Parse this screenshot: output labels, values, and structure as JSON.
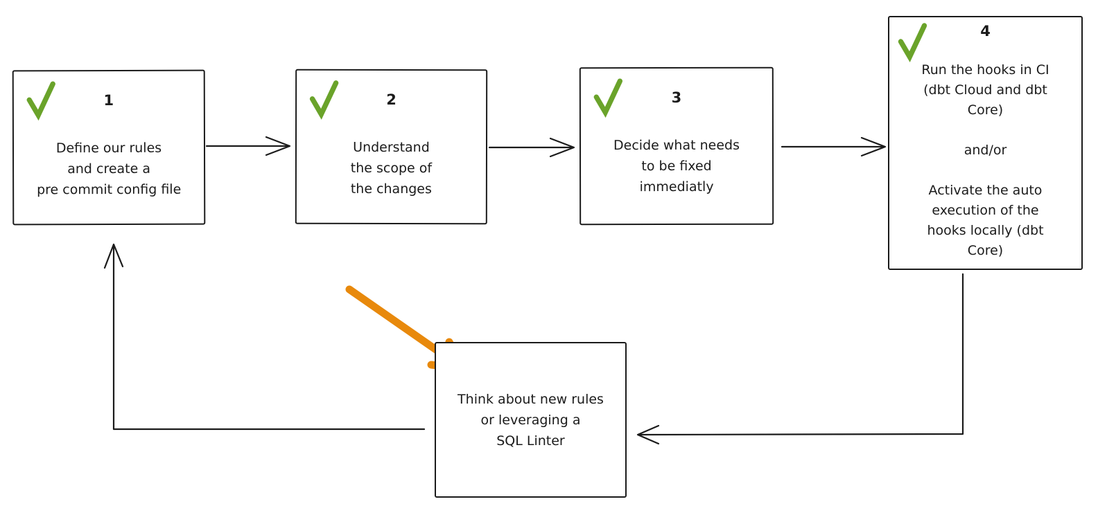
{
  "diagram": {
    "title": "pre-commit hooks workflow",
    "background": "#ffffff",
    "colors": {
      "stroke": "#1b1b1b",
      "check_green": "#6aa32a",
      "arrow_orange": "#e8890c",
      "box_fill": "#ffffff"
    },
    "icons": {
      "check": "checkmark-icon",
      "annotation": "orange-arrow-icon",
      "connector_head": "open-arrowhead"
    },
    "steps": [
      {
        "number": "1",
        "checked": true,
        "text": "Define our rules\nand create a\npre commit config file"
      },
      {
        "number": "2",
        "checked": true,
        "text": "Understand\nthe scope of\nthe changes"
      },
      {
        "number": "3",
        "checked": true,
        "text": "Decide what needs\nto be fixed\nimmediatly"
      },
      {
        "number": "4",
        "checked": true,
        "text": "Run the hooks in CI\n(dbt Cloud and dbt\nCore)\n\nand/or\n\nActivate the auto\nexecution of the\nhooks locally (dbt\nCore)"
      },
      {
        "number": "",
        "checked": false,
        "text": "Think about new rules\nor leveraging a\nSQL Linter"
      }
    ],
    "connections": [
      "step1 -> step2",
      "step2 -> step3",
      "step3 -> step4",
      "step4 -> feedback-box",
      "feedback-box -> step1",
      "orange annotation arrow -> feedback-box"
    ]
  }
}
